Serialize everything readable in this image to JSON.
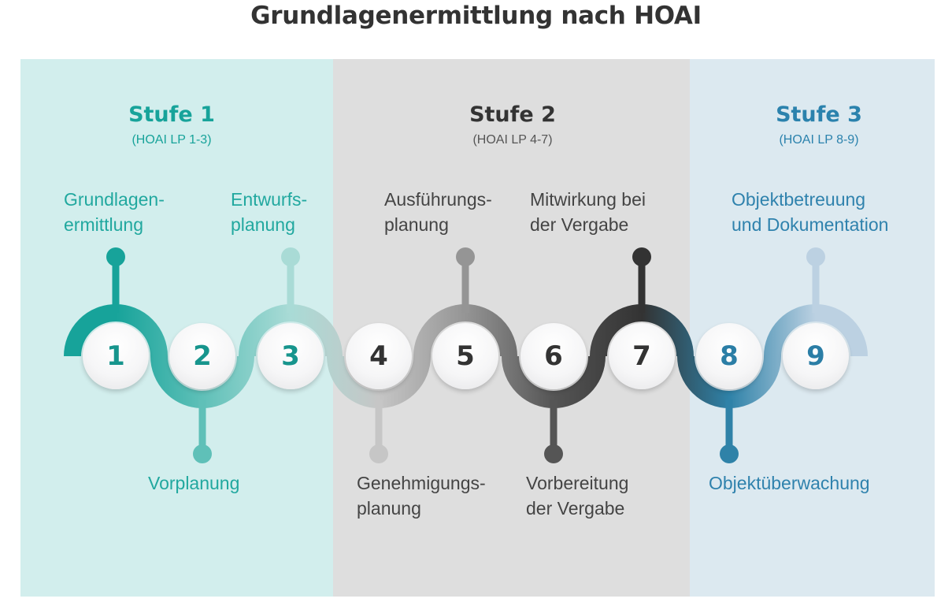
{
  "title": "Grundlagenermittlung nach HOAI",
  "stages": [
    {
      "heading": "Stufe 1",
      "sub": "(HOAI LP 1-3)",
      "color": "#17a39a"
    },
    {
      "heading": "Stufe 2",
      "sub": "(HOAI LP 4-7)",
      "color": "#333333"
    },
    {
      "heading": "Stufe 3",
      "sub": "(HOAI LP 8-9)",
      "color": "#2b82ad"
    }
  ],
  "steps": [
    {
      "number": "1",
      "label": "Grundlagen-\nermittlung",
      "color": "#17a39a",
      "text_color": "#17958d"
    },
    {
      "number": "2",
      "label": "Vorplanung",
      "color": "#5fc0b8",
      "text_color": "#17958d"
    },
    {
      "number": "3",
      "label": "Entwurfs-\nplanung",
      "color": "#a9dbd6",
      "text_color": "#17958d"
    },
    {
      "number": "4",
      "label": "Genehmigungs-\nplanung",
      "color": "#c6c6c6",
      "text_color": "#333333"
    },
    {
      "number": "5",
      "label": "Ausführungs-\nplanung",
      "color": "#959595",
      "text_color": "#333333"
    },
    {
      "number": "6",
      "label": "Vorbereitung\nder Vergabe",
      "color": "#555555",
      "text_color": "#333333"
    },
    {
      "number": "7",
      "label": "Mitwirkung bei\nder Vergabe",
      "color": "#333333",
      "text_color": "#333333"
    },
    {
      "number": "8",
      "label": "Objektüberwachung",
      "color": "#2f82a8",
      "text_color": "#2b7ea6"
    },
    {
      "number": "9",
      "label": "Objektbetreuung\nund Dokumentation",
      "color": "#bcd1e2",
      "text_color": "#2b7ea6"
    }
  ],
  "label_colors": [
    "#21a89f",
    "#21a89f",
    "#21a89f",
    "#444444",
    "#444444",
    "#444444",
    "#444444",
    "#2f82ad",
    "#2f82ad"
  ]
}
